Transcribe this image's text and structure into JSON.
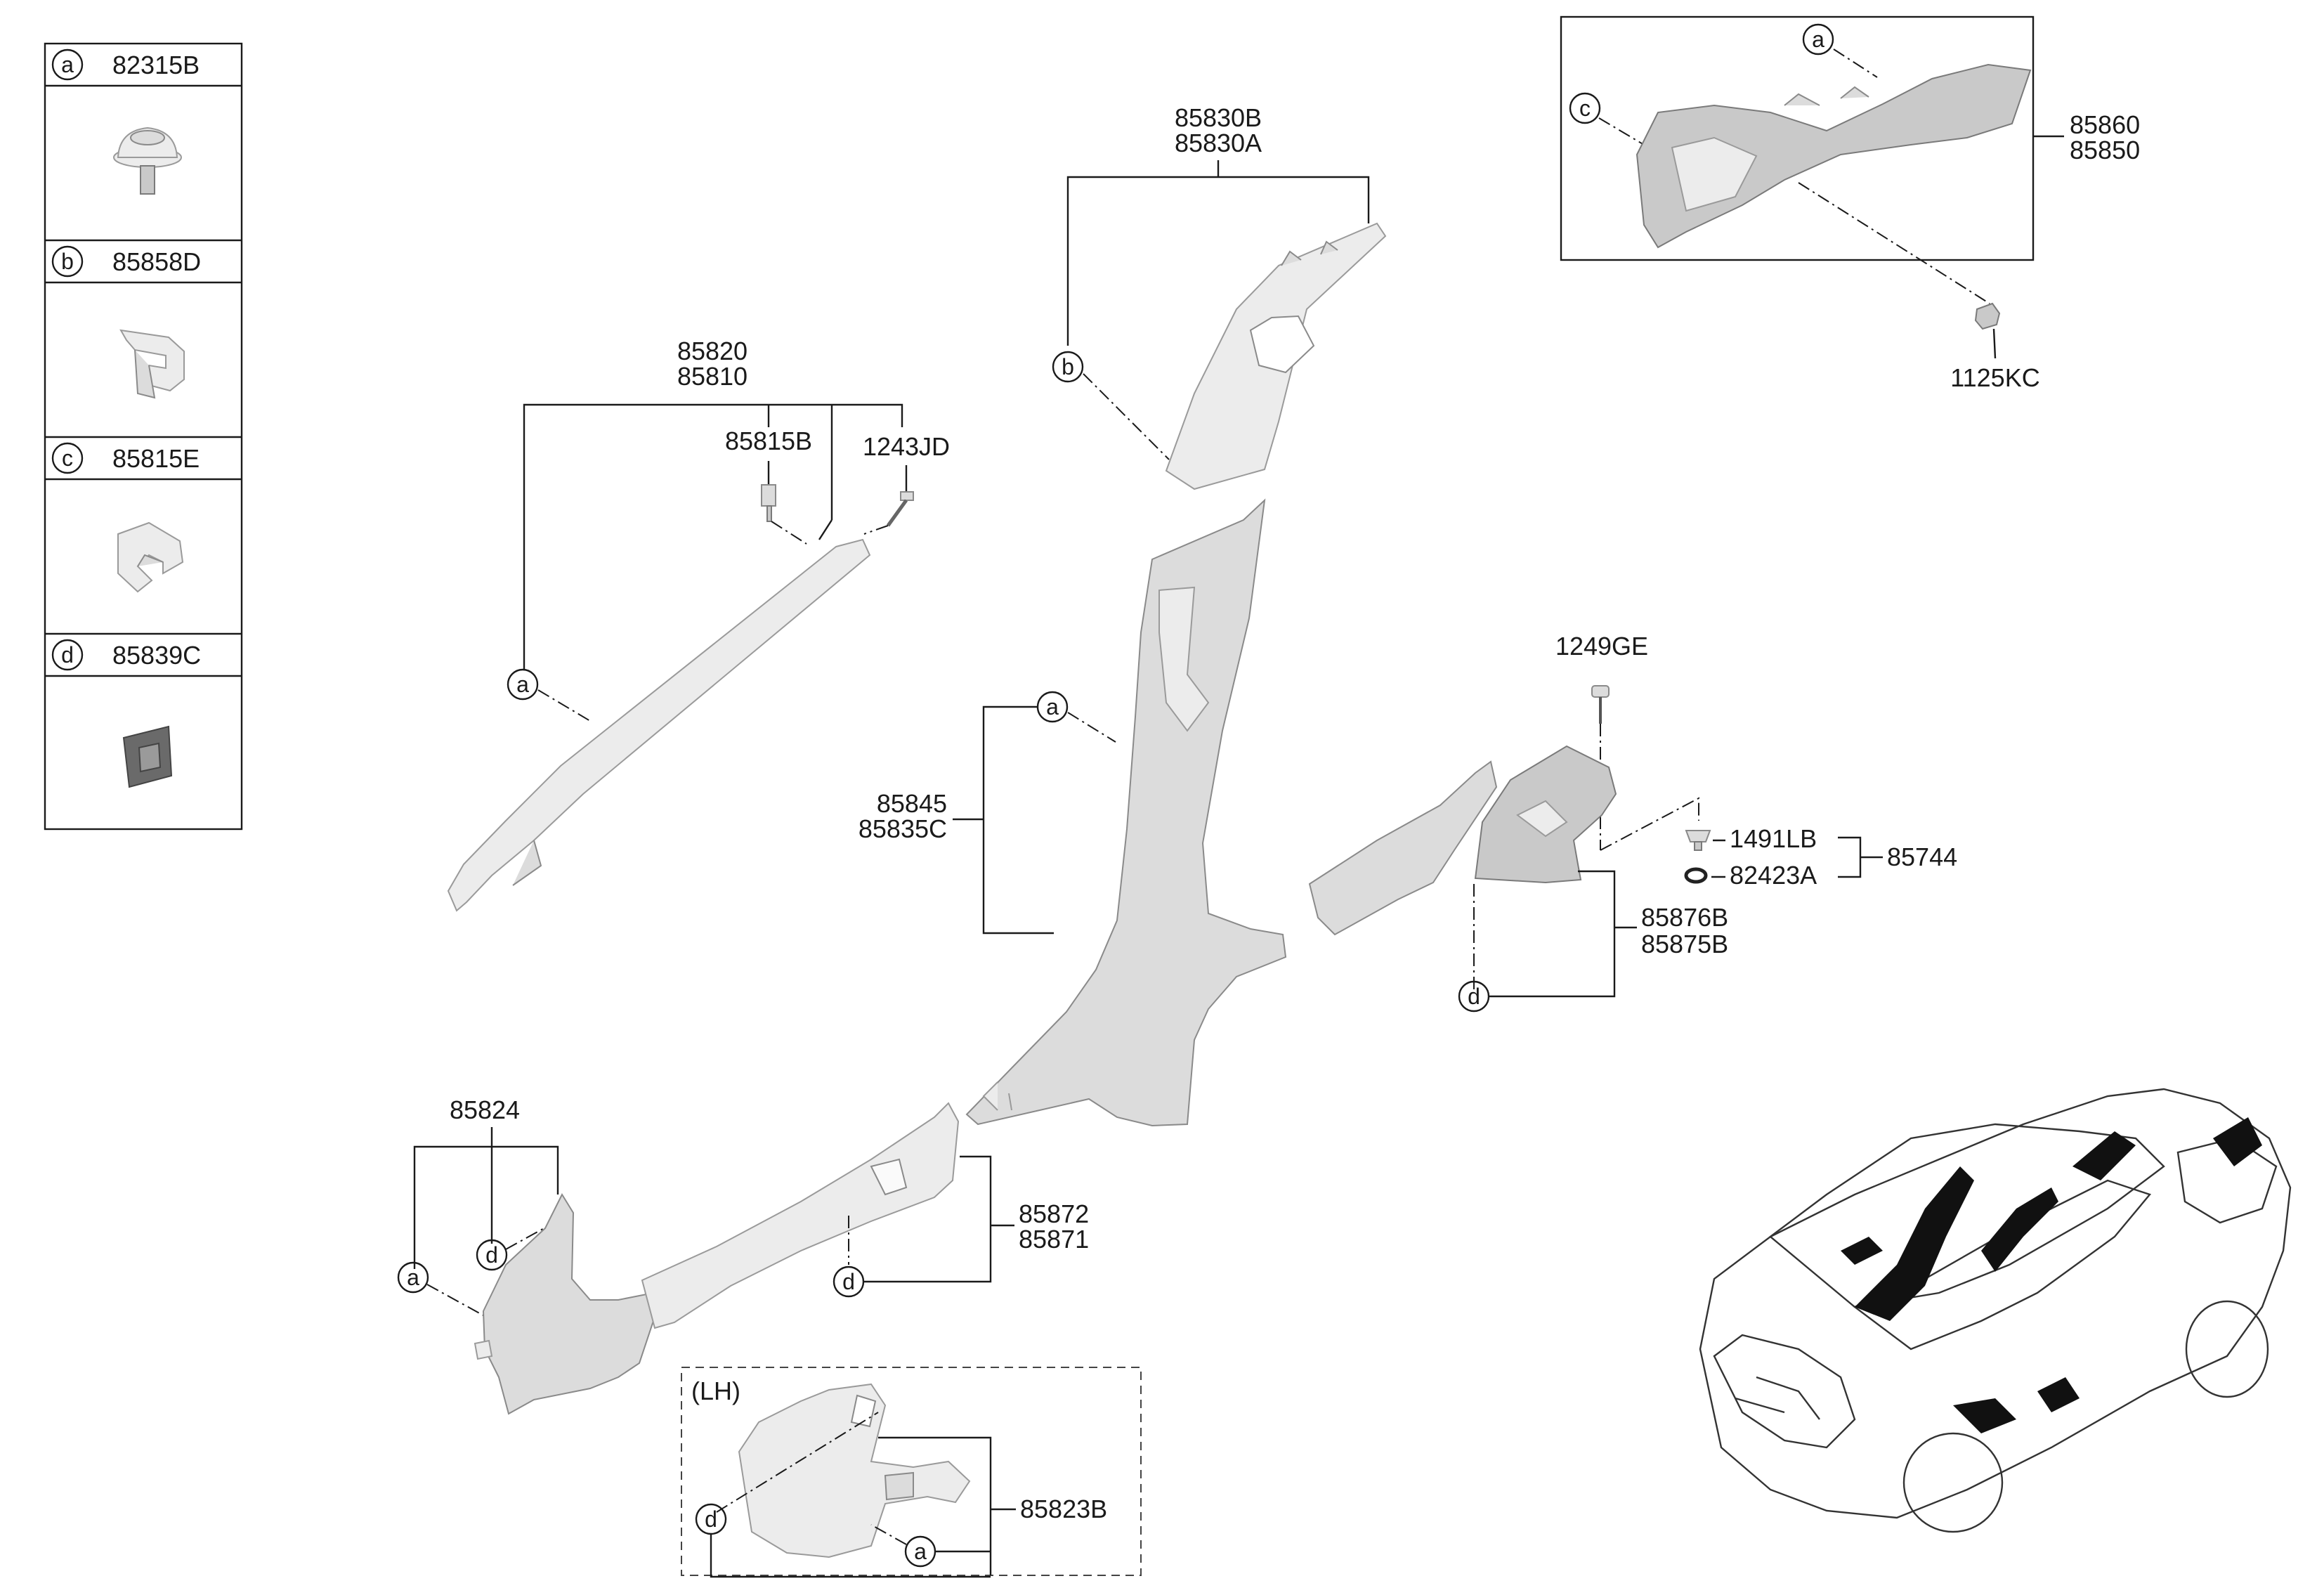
{
  "legend": {
    "items": [
      {
        "letter": "a",
        "part": "82315B"
      },
      {
        "letter": "b",
        "part": "85858D"
      },
      {
        "letter": "c",
        "part": "85815E"
      },
      {
        "letter": "d",
        "part": "85839C"
      }
    ]
  },
  "labels": {
    "a_pillar_1": "85820",
    "a_pillar_2": "85810",
    "clip_85815B": "85815B",
    "screw_1243JD": "1243JD",
    "b_upper_1": "85830B",
    "b_upper_2": "85830A",
    "b_lower_1": "85845",
    "b_lower_2": "85835C",
    "c_pillar_1": "85860",
    "c_pillar_2": "85850",
    "screw_1125KC": "1125KC",
    "screw_1249GE": "1249GE",
    "part_1491LB": "1491LB",
    "part_82423A": "82423A",
    "assy_85744": "85744",
    "rear_scuff_1": "85876B",
    "rear_scuff_2": "85875B",
    "cowl_85824": "85824",
    "sill_1": "85872",
    "sill_2": "85871",
    "lh_tag": "(LH)",
    "lh_part": "85823B"
  },
  "callouts": {
    "a": "a",
    "b": "b",
    "c": "c",
    "d": "d"
  }
}
